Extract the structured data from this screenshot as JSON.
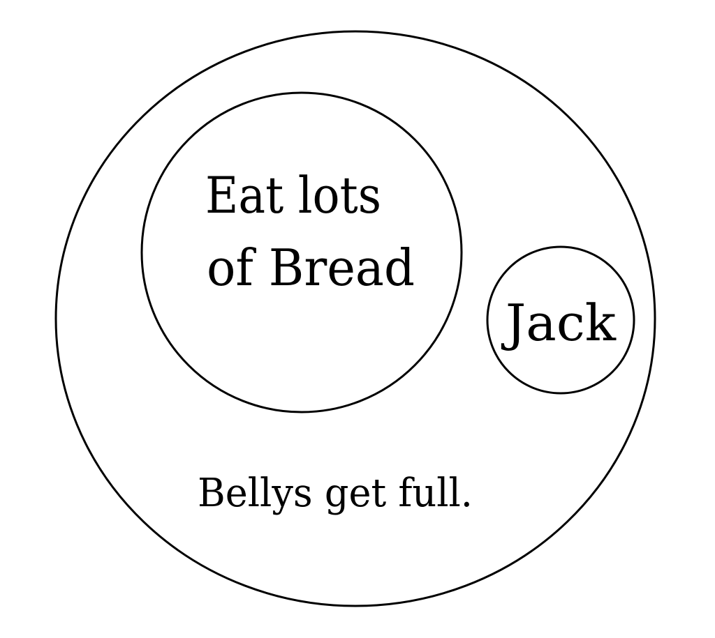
{
  "diagram": {
    "outer_set": {
      "label": "Bellys get full."
    },
    "inner_set": {
      "label_lines": [
        "Eat lots",
        "of Bread"
      ]
    },
    "element": {
      "label": "Jack"
    },
    "colors": {
      "stroke": "#000000",
      "background": "#ffffff",
      "text": "#000000"
    }
  }
}
